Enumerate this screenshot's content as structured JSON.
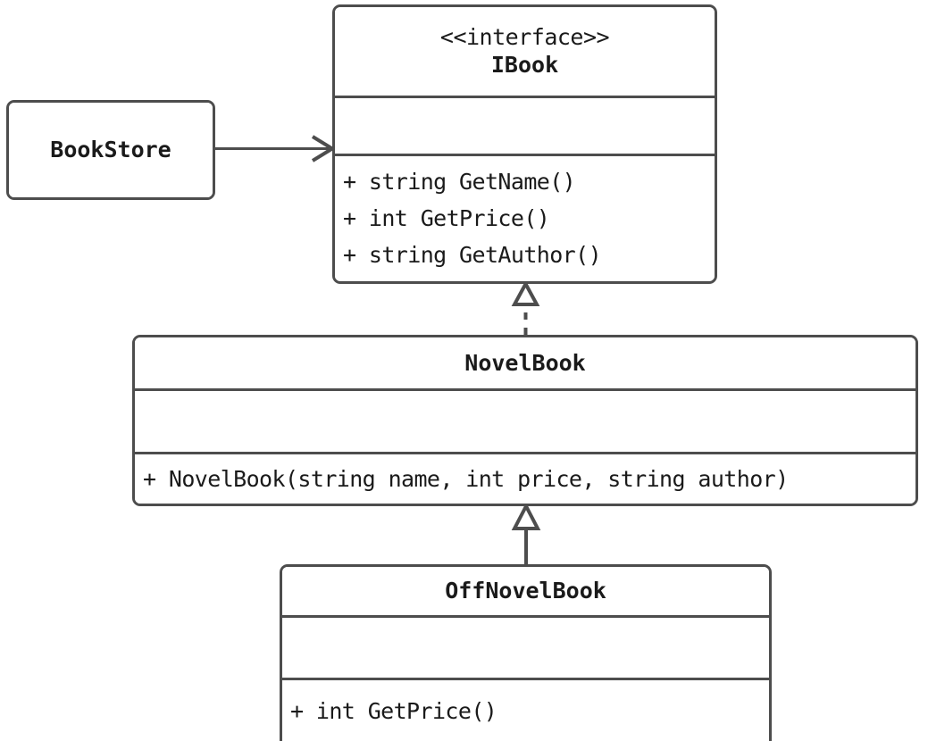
{
  "diagram": {
    "kind": "uml-class-diagram",
    "background_color": "#ffffff",
    "stroke_color": "#4d4d4d",
    "text_color": "#1a1a1a",
    "classes": [
      {
        "id": "bookstore",
        "name": "BookStore",
        "stereotype": "",
        "attributes": [],
        "methods": []
      },
      {
        "id": "ibook",
        "name": "IBook",
        "stereotype": "<<interface>>",
        "attributes": [],
        "methods": [
          "+ string GetName()",
          "+ int GetPrice()",
          "+ string GetAuthor()"
        ]
      },
      {
        "id": "novelbook",
        "name": "NovelBook",
        "stereotype": "",
        "attributes": [],
        "methods": [
          "+ NovelBook(string name, int price, string author)"
        ]
      },
      {
        "id": "offnovelbook",
        "name": "OffNovelBook",
        "stereotype": "",
        "attributes": [],
        "methods": [
          "+ int GetPrice()"
        ]
      }
    ],
    "relationships": [
      {
        "id": "bookstore-to-ibook",
        "type": "association",
        "line": "solid",
        "arrowhead": "open",
        "from": "bookstore",
        "to": "ibook"
      },
      {
        "id": "novelbook-realizes-ibook",
        "type": "realization",
        "line": "dashed",
        "arrowhead": "hollow-triangle",
        "from": "novelbook",
        "to": "ibook"
      },
      {
        "id": "offnovelbook-extends-novelbook",
        "type": "generalization",
        "line": "solid",
        "arrowhead": "hollow-triangle",
        "from": "offnovelbook",
        "to": "novelbook"
      }
    ]
  }
}
